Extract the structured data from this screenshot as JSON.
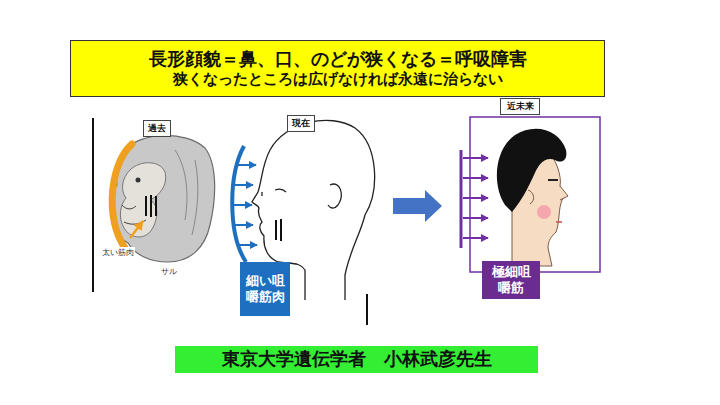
{
  "diagram": {
    "nodes": [
      {
        "text": [
          "長形顔貌＝鼻、口、のどが狭くなる＝呼吸障害",
          "狭くなったところは広げなければ永遠に治らない"
        ]
      },
      {
        "text": [
          "過去"
        ]
      },
      {
        "text": [
          "現在"
        ]
      },
      {
        "text": [
          "近未来"
        ]
      },
      {
        "text": [
          "細い咀嚼筋肉"
        ]
      },
      {
        "text": [
          "極細咀嚼筋"
        ]
      },
      {
        "text": [
          "東京大学遺伝学者　小林武彦先生"
        ]
      }
    ],
    "labels": [
      "太い筋肉",
      "サル"
    ]
  }
}
